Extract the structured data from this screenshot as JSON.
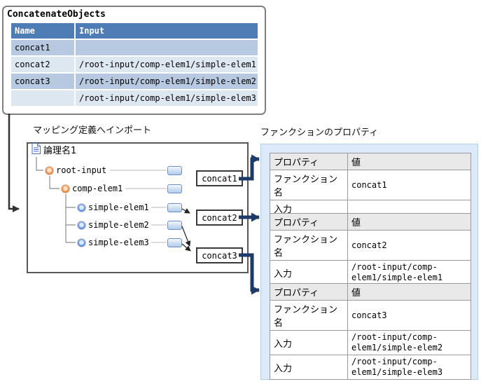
{
  "top_table": {
    "title": "ConcatenateObjects",
    "columns": [
      "Name",
      "Input"
    ],
    "rows": [
      [
        "concat1",
        ""
      ],
      [
        "concat2",
        "/root-input/comp-elem1/simple-elem1"
      ],
      [
        "concat3",
        "/root-input/comp-elem1/simple-elem2"
      ],
      [
        "",
        "/root-input/comp-elem1/simple-elem3"
      ]
    ]
  },
  "mapping_pane": {
    "label": "マッピング定義へインポート",
    "tree": {
      "document": "論理名1",
      "nodes": [
        {
          "label": "root-input",
          "type": "complex-element"
        },
        {
          "label": "comp-elem1",
          "type": "complex-element"
        },
        {
          "label": "simple-elem1",
          "type": "simple-element"
        },
        {
          "label": "simple-elem2",
          "type": "simple-element"
        },
        {
          "label": "simple-elem3",
          "type": "simple-element"
        }
      ]
    },
    "functions": [
      {
        "label": "concat1"
      },
      {
        "label": "concat2"
      },
      {
        "label": "concat3"
      }
    ],
    "connections": [
      {
        "from": "simple-elem1",
        "to": "concat2"
      },
      {
        "from": "simple-elem2",
        "to": "concat3"
      },
      {
        "from": "simple-elem3",
        "to": "concat3"
      }
    ]
  },
  "properties_panel": {
    "label": "ファンクションのプロパティ",
    "tables": [
      {
        "headers": [
          "プロパティ",
          "値"
        ],
        "rows": [
          [
            "ファンクション名",
            "concat1"
          ],
          [
            "入力",
            ""
          ]
        ]
      },
      {
        "headers": [
          "プロパティ",
          "値"
        ],
        "rows": [
          [
            "ファンクション名",
            "concat2"
          ],
          [
            "入力",
            "/root-input/comp-elem1/simple-elem1"
          ]
        ]
      },
      {
        "headers": [
          "プロパティ",
          "値"
        ],
        "rows": [
          [
            "ファンクション名",
            "concat3"
          ],
          [
            "入力",
            "/root-input/comp-elem1/simple-elem2"
          ],
          [
            "入力",
            "/root-input/comp-elem1/simple-elem3"
          ]
        ]
      }
    ]
  },
  "icons": {
    "document-icon": "page with text lines",
    "complex-element-icon": "orange orb",
    "simple-element-icon": "blue orb",
    "mapping-port-icon": "light blue rounded rectangle"
  },
  "colors": {
    "table_header_blue": "#4e7cb5",
    "row_shade_dark": "#b6c9e0",
    "row_shade_light": "#dde7f2",
    "arrow_navy": "#1c3a6a",
    "panel_bg": "#dbe9f9",
    "panel_border": "#b3cfec",
    "props_header_gray": "#e9e9e9"
  }
}
